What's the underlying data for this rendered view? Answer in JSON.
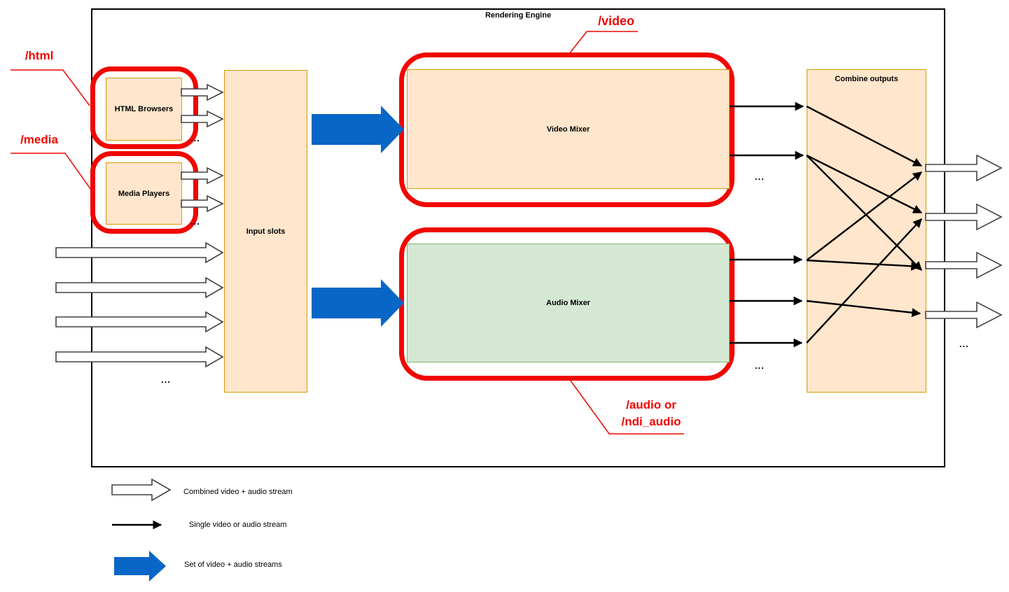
{
  "diagram": {
    "title": "Rendering Engine",
    "nodes": {
      "html_browsers": {
        "label": "HTML Browsers"
      },
      "media_players": {
        "label": "Media Players"
      },
      "input_slots": {
        "label": "Input slots"
      },
      "video_mixer": {
        "label": "Video Mixer"
      },
      "audio_mixer": {
        "label": "Audio Mixer"
      },
      "combine_outputs": {
        "label": "Combine outputs"
      }
    },
    "annotations": {
      "html": {
        "label": "/html"
      },
      "media": {
        "label": "/media"
      },
      "video": {
        "label": "/video"
      },
      "audio": {
        "line1": "/audio or",
        "line2": "/ndi_audio"
      }
    },
    "ellipsis": "...",
    "colors": {
      "node_fill": "#ffe6cc",
      "node_border": "#d79b00",
      "audio_mixer_fill": "#d5e8d4",
      "audio_mixer_border": "#82b366",
      "highlight_red": "#ff0000",
      "stream_set_blue": "#0866c6",
      "stream_black": "#000000"
    }
  },
  "legend": {
    "items": [
      {
        "icon": "hollow-arrow-icon",
        "label": "Combined video + audio stream"
      },
      {
        "icon": "single-stream-arrow-icon",
        "label": "Single video or audio stream"
      },
      {
        "icon": "solid-arrow-icon",
        "label": "Set of video + audio streams"
      }
    ]
  }
}
